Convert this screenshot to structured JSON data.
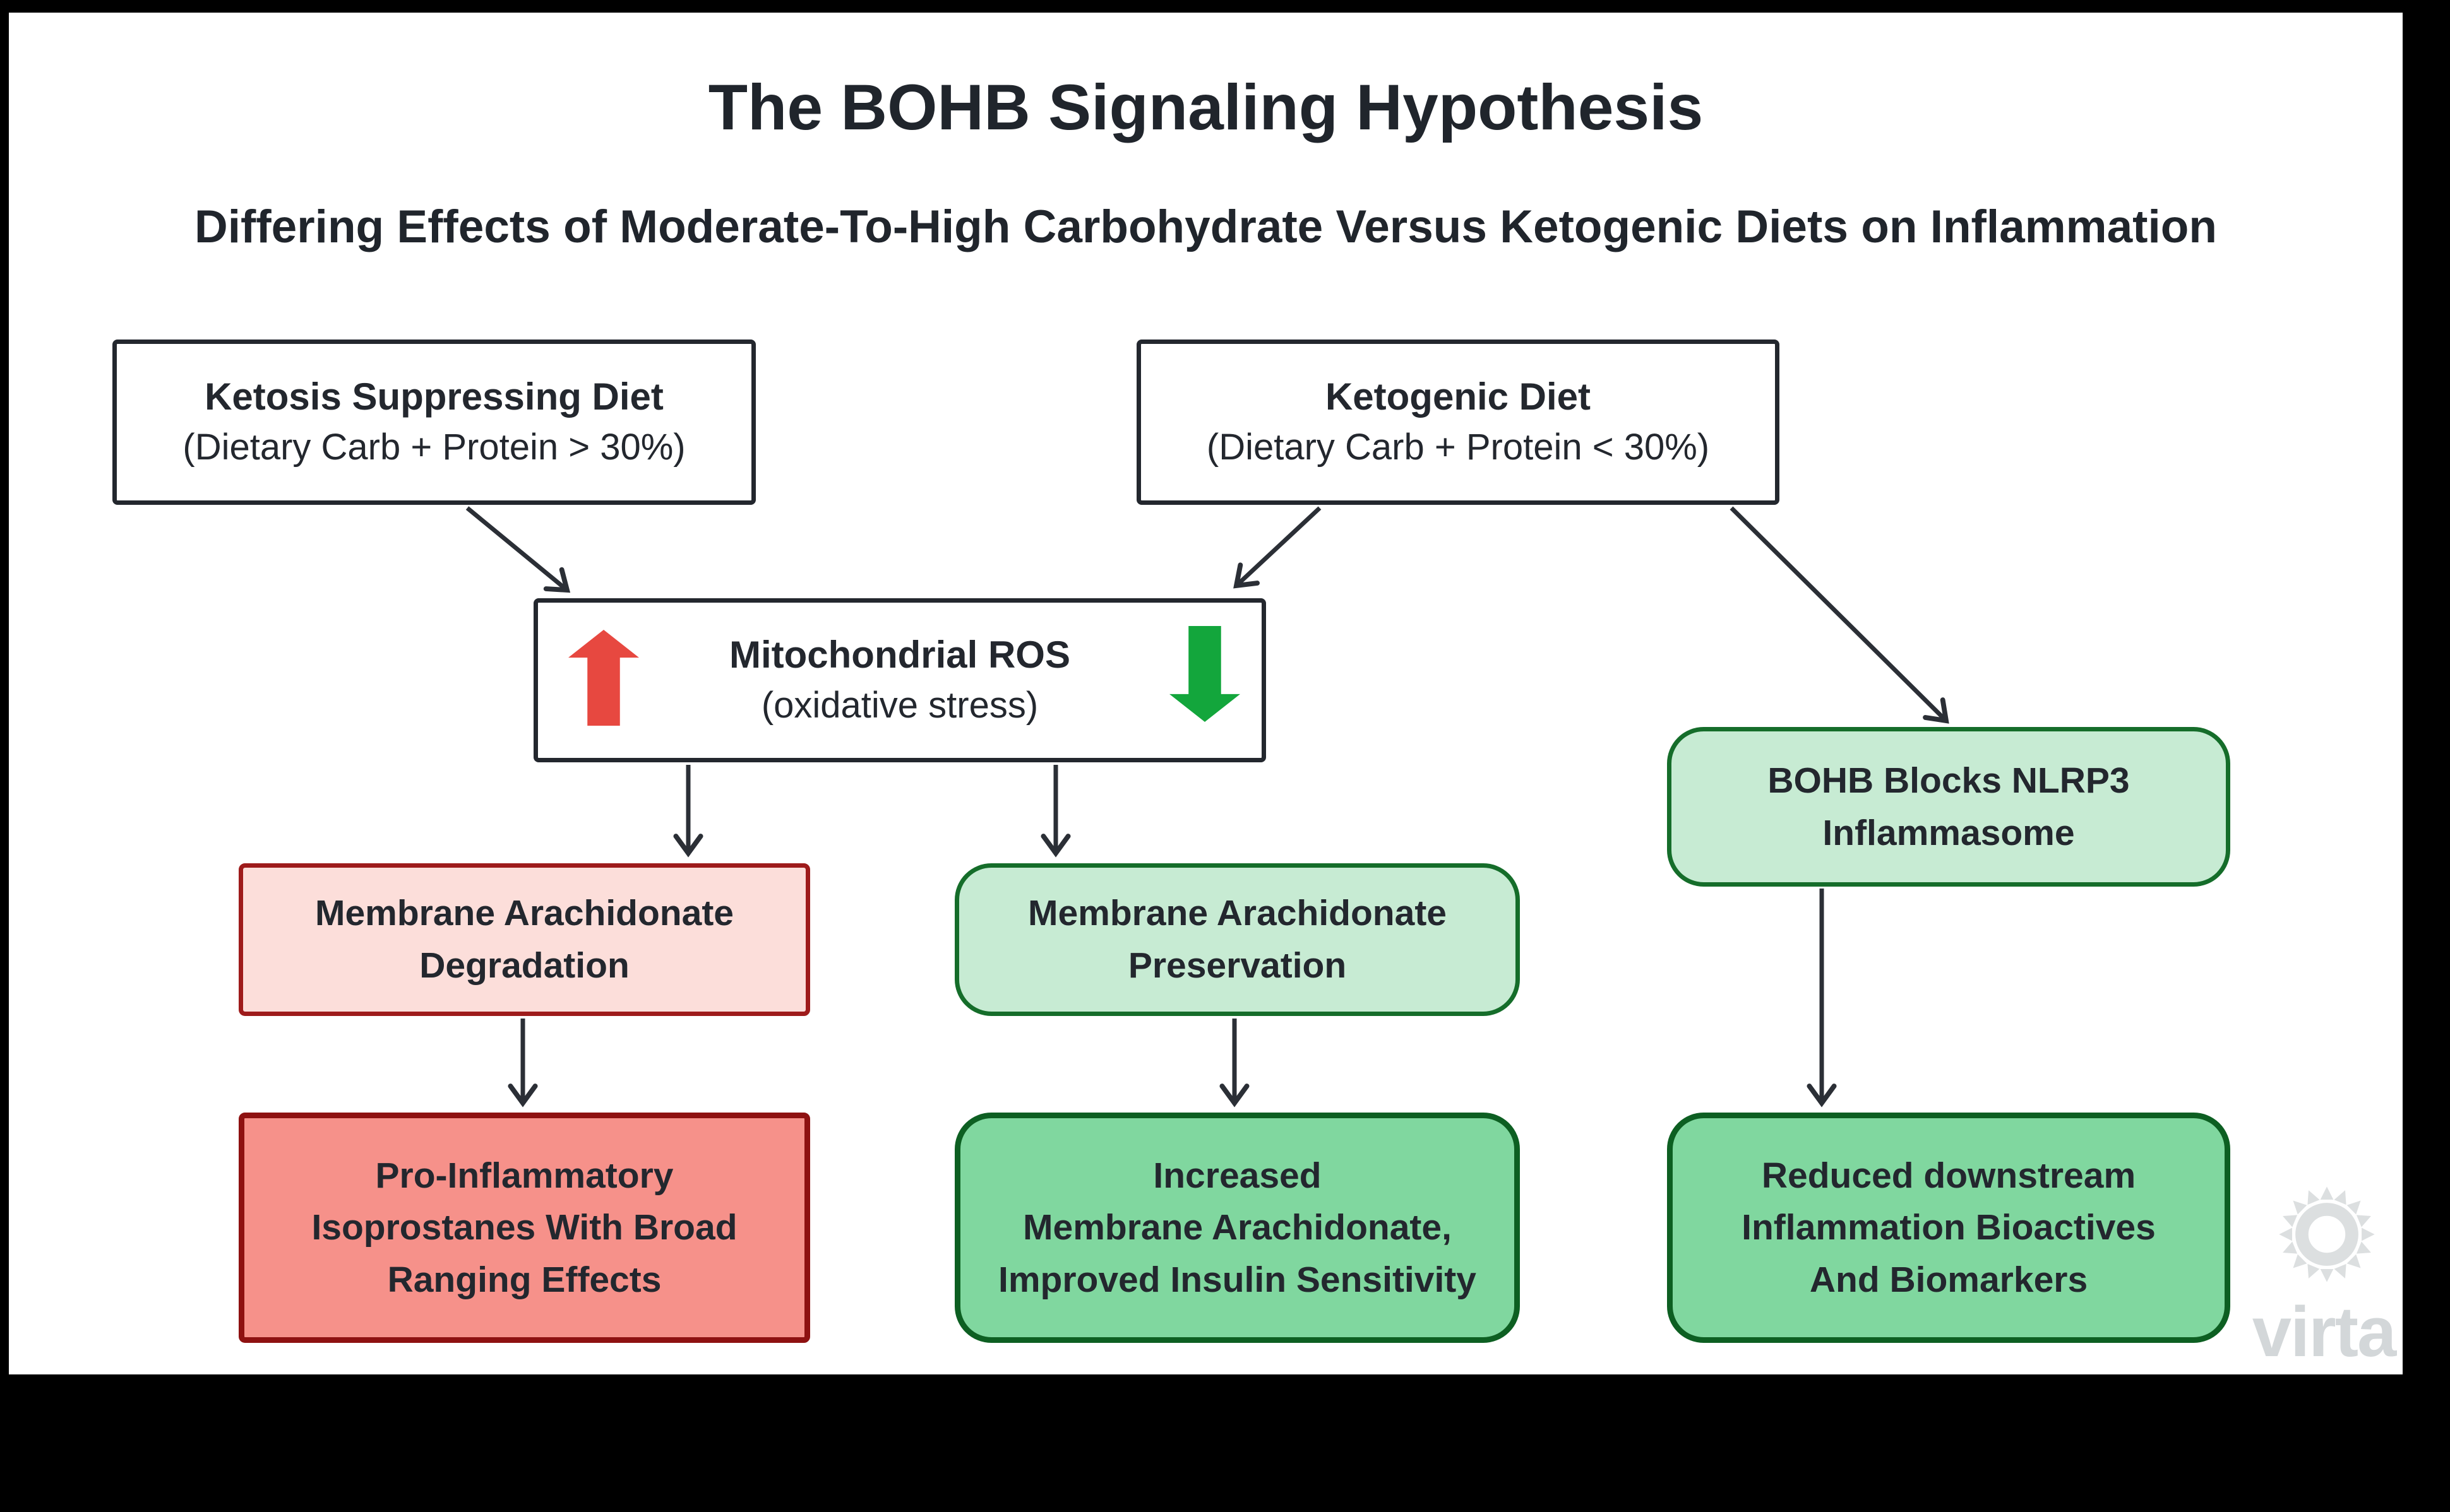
{
  "page": {
    "title": "The BOHB Signaling Hypothesis",
    "subtitle": "Differing Effects of Moderate-To-High Carbohydrate Versus Ketogenic Diets on Inflammation"
  },
  "nodes": {
    "ketosis_diet": {
      "title": "Ketosis Suppressing Diet",
      "subtitle": "(Dietary Carb + Protein > 30%)"
    },
    "ketogenic_diet": {
      "title": "Ketogenic Diet",
      "subtitle": "(Dietary Carb + Protein < 30%)"
    },
    "mitochondrial_ros": {
      "title": "Mitochondrial ROS",
      "subtitle": "(oxidative stress)"
    },
    "bohb_blocks_nlrp3": {
      "lines": [
        "BOHB Blocks NLRP3",
        "Inflammasome"
      ]
    },
    "membrane_degradation": {
      "lines": [
        "Membrane Arachidonate",
        "Degradation"
      ]
    },
    "membrane_preservation": {
      "lines": [
        "Membrane Arachidonate",
        "Preservation"
      ]
    },
    "pro_inflammatory_isoprostanes": {
      "lines": [
        "Pro-Inflammatory",
        "Isoprostanes With Broad",
        "Ranging Effects"
      ]
    },
    "increased_membrane_arachidonate": {
      "lines": [
        "Increased",
        "Membrane Arachidonate,",
        "Improved Insulin Sensitivity"
      ]
    },
    "reduced_downstream_inflammation": {
      "lines": [
        "Reduced downstream",
        "Inflammation Bioactives",
        "And Biomarkers"
      ]
    }
  },
  "icons": {
    "ros_increase": {
      "name": "red-up-arrow",
      "color": "#e74840"
    },
    "ros_decrease": {
      "name": "green-down-arrow",
      "color": "#13a63c"
    },
    "logo_sun": {
      "name": "sun-icon",
      "color": "#dcdfe0"
    }
  },
  "colors": {
    "neutral_border": "#23272e",
    "arrow_line": "#2b2f36",
    "light_green_fill": "#c7ebd3",
    "green_border": "#156d2a",
    "medium_green_fill": "#80d79f",
    "dark_green_border": "#0d5f22",
    "light_red_fill": "#fcdeda",
    "red_border": "#9e1b1b",
    "medium_red_fill": "#f6918a",
    "dark_red_border": "#8e1111",
    "background_frame": "#000000",
    "canvas": "#ffffff"
  },
  "logo": {
    "brand": "virta"
  }
}
